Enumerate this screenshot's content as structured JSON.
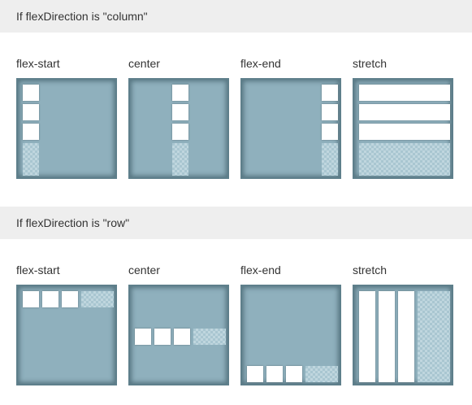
{
  "sections": [
    {
      "heading": "If flexDirection is \"column\""
    },
    {
      "heading": "If flexDirection is \"row\""
    }
  ],
  "labels": [
    "flex-start",
    "center",
    "flex-end",
    "stretch"
  ],
  "colors": {
    "header_bg": "#eeeeee",
    "container_bg": "#8fb0bd",
    "container_border": "#5e7f8b",
    "item": "#ffffff",
    "free_space": "#a9c6d1"
  }
}
